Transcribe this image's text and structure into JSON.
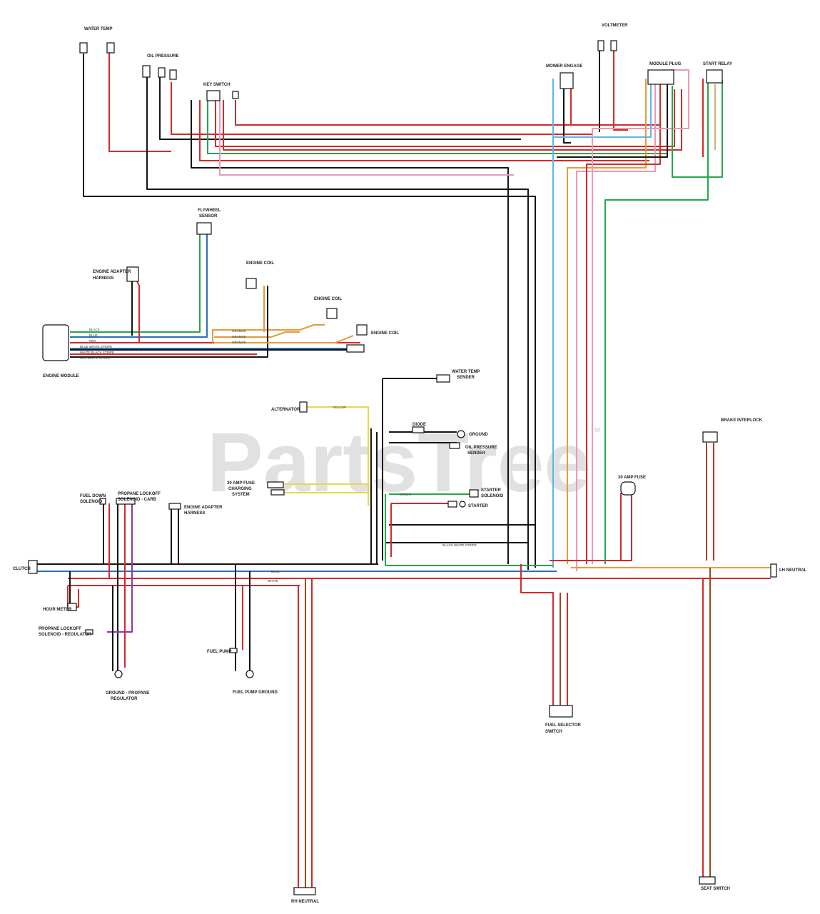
{
  "watermark": {
    "text": "PartsTree",
    "trademark": "™"
  },
  "colors": {
    "black": "#141414",
    "red": "#d42a2a",
    "green": "#25a84a",
    "blue": "#2a6fb8",
    "orange": "#e89a3c",
    "yellow": "#e8d84a",
    "brown": "#9a4a1c",
    "pink": "#e89ab8",
    "violet": "#8a3aa0",
    "white": "#cfcfcf",
    "tan": "#d8b07a",
    "lightblue": "#5ab8e8",
    "darkgreen": "#1f7a3a"
  },
  "components": {
    "water_temp": "WATER TEMP",
    "oil_pressure": "OIL PRESSURE",
    "key_switch": "KEY SWITCH",
    "voltmeter": "VOLTMETER",
    "mower_engage": "MOWER ENGAGE",
    "module_plug": "MODULE PLUG",
    "start_relay": "START RELAY",
    "flywheel_sensor_1": "FLYWHEEL",
    "flywheel_sensor_2": "SENSOR",
    "engine_adapter_harness_1": "ENGINE ADAPTER",
    "engine_adapter_harness_2": "HARNESS",
    "engine_coil_1": "ENGINE COIL",
    "engine_coil_2": "ENGINE COIL",
    "engine_coil_3": "ENGINE COIL",
    "engine_module": "ENGINE MODULE",
    "water_temp_sender_1": "WATER TEMP",
    "water_temp_sender_2": "SENDER",
    "alternator": "ALTERNATOR",
    "diode": "DIODE",
    "ground": "GROUND",
    "oil_pressure_sender_1": "OIL PRESSURE",
    "oil_pressure_sender_2": "SENDER",
    "fuse_charging_1": "30 AMP FUSE",
    "fuse_charging_2": "CHARGING",
    "fuse_charging_3": "SYSTEM",
    "starter_solenoid_1": "STARTER",
    "starter_solenoid_2": "SOLENOID",
    "starter": "STARTER",
    "fuse_30amp": "30 AMP FUSE",
    "brake_interlock": "BRAKE INTERLOCK",
    "fuel_down_solenoid_1": "FUEL DOWN",
    "fuel_down_solenoid_2": "SOLENOID",
    "propane_lockoff_1": "PROPANE LOCKOFF",
    "propane_lockoff_2": "SOLENOID - CARB",
    "engine_adapter_harness_b_1": "ENGINE ADAPTER",
    "engine_adapter_harness_b_2": "HARNESS",
    "clutch": "CLUTCH",
    "lh_neutral": "LH NEUTRAL",
    "hour_meter": "HOUR METER",
    "propane_lockoff_reg_1": "PROPANE LOCKOFF",
    "propane_lockoff_reg_2": "SOLENOID - REGULATOR",
    "ground_propane_1": "GROUND - PROPANE",
    "ground_propane_2": "REGULATOR",
    "fuel_pump": "FUEL PUMP",
    "fuel_pump_ground": "FUEL PUMP GROUND",
    "fuel_selector_1": "FUEL SELECTOR",
    "fuel_selector_2": "SWITCH",
    "seat_switch": "SEAT SWITCH",
    "rh_neutral": "RH NEUTRAL"
  },
  "wire_labels": {
    "black": "BLACK",
    "blue": "BLUE",
    "red": "RED",
    "orange": "ORANGE",
    "yellow": "YELLOW",
    "green": "GREEN",
    "white": "WHITE",
    "blue_white_stripe": "BLUE WHITE STRIPE",
    "white_black_stripe": "WHITE BLACK STRIPE",
    "red_white_stripe": "RED WHITE STRIPE",
    "black_white_stripe": "BLACK WHITE STRIPE"
  }
}
